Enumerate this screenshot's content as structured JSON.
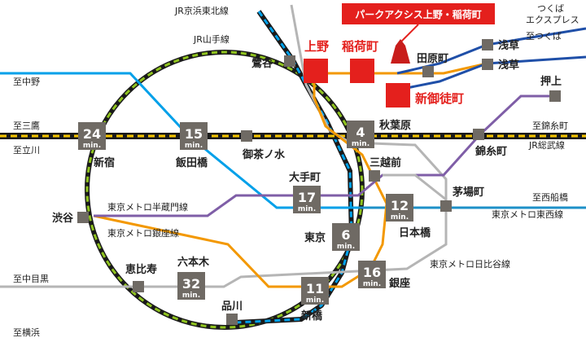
{
  "colors": {
    "yamanote": "#8fc31f",
    "keihin_tohoku": "#00a0e9",
    "chuo": "#f2a81d",
    "sobu": "#f7c600",
    "tsukuba": "#1f4fa8",
    "hanzomon": "#7f5ea7",
    "ginza": "#f39800",
    "hibiya": "#b5b5b5",
    "tozai": "#1e90c8",
    "red": "#e4201d",
    "station_box": "#6f6a64"
  },
  "property": {
    "label": "パークアクシス上野・稲荷町"
  },
  "highlight_stations": {
    "ueno": "上野",
    "inaricho": "稲荷町",
    "shin_okachimachi": "新御徒町"
  },
  "lines": {
    "keihin_tohoku": "JR京浜東北線",
    "yamanote": "JR山手線",
    "hanzomon": "東京メトロ半蔵門線",
    "ginza": "東京メトロ銀座線",
    "tozai": "東京メトロ東西線",
    "hibiya": "東京メトロ日比谷線",
    "sobu": "JR総武線"
  },
  "directions": {
    "nakano": "至中野",
    "mitaka": "至三鷹",
    "tachikawa": "至立川",
    "nakameguro": "至中目黒",
    "yokohama": "至横浜",
    "tsukuba": "至つくば",
    "kinshicho": "至錦糸町",
    "nishifunabashi": "至西船橋",
    "tsukuba_express": [
      "つくば",
      "エクスプレス"
    ]
  },
  "stations": {
    "uguisudani": "鶯谷",
    "tawaramachi": "田原町",
    "asakusa_tx": "浅草",
    "asakusa": "浅草",
    "oshiage": "押上",
    "akihabara": "秋葉原",
    "kinshicho": "錦糸町",
    "mitsukoshimae": "三越前",
    "kayabacho": "茅場町",
    "nihonbashi": "日本橋",
    "otemachi": "大手町",
    "tokyo": "東京",
    "ginza": "銀座",
    "shimbashi": "新橋",
    "shinjuku": "新宿",
    "iidabashi": "飯田橋",
    "ochanomizu": "御茶ノ水",
    "shibuya": "渋谷",
    "ebisu": "恵比寿",
    "roppongi": "六本木",
    "shinagawa": "品川"
  },
  "times": {
    "unit": "min.",
    "shinjuku": "24",
    "iidabashi": "15",
    "akihabara": "4",
    "otemachi": "17",
    "nihonbashi": "12",
    "tokyo": "6",
    "ginza": "16",
    "shimbashi": "11",
    "roppongi": "32"
  }
}
